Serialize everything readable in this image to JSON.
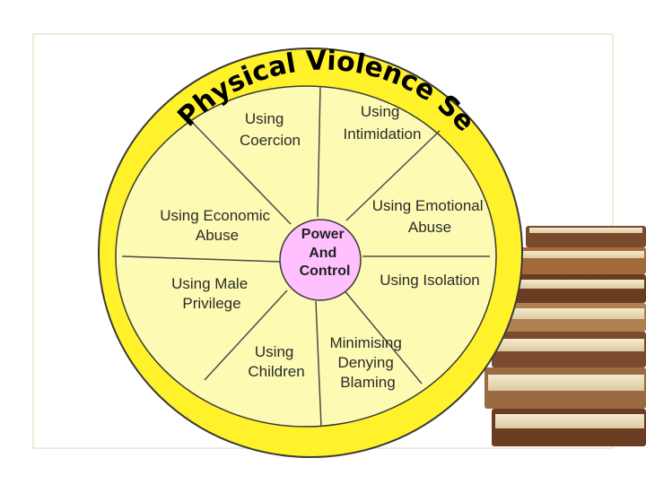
{
  "colors": {
    "ring": "#fff12a",
    "inner": "#fdfbb3",
    "center": "#ffc0ff",
    "outline": "#3a3a3a",
    "frame": "#ece4cc",
    "book_dark": "#7a4a2c",
    "book_mid": "#b07a4c",
    "pages": "#efe3c4"
  },
  "diagram": {
    "title_arc": "Physical Violence Sexual",
    "center": {
      "line1": "Power",
      "line2": "And",
      "line3": "Control"
    },
    "segments": [
      {
        "line1": "Using",
        "line2": "Intimidation"
      },
      {
        "line1": "Using Emotional",
        "line2": "Abuse"
      },
      {
        "line1": "Using Isolation",
        "line2": ""
      },
      {
        "line1": "Minimising",
        "line2": "Denying",
        "line3": "Blaming"
      },
      {
        "line1": "Using",
        "line2": "Children"
      },
      {
        "line1": "Using Male",
        "line2": "Privilege"
      },
      {
        "line1": "Using Economic",
        "line2": "Abuse"
      },
      {
        "line1": "Using",
        "line2": "Coercion"
      }
    ]
  },
  "decoration": {
    "image_icon": "stack-of-books-icon"
  }
}
